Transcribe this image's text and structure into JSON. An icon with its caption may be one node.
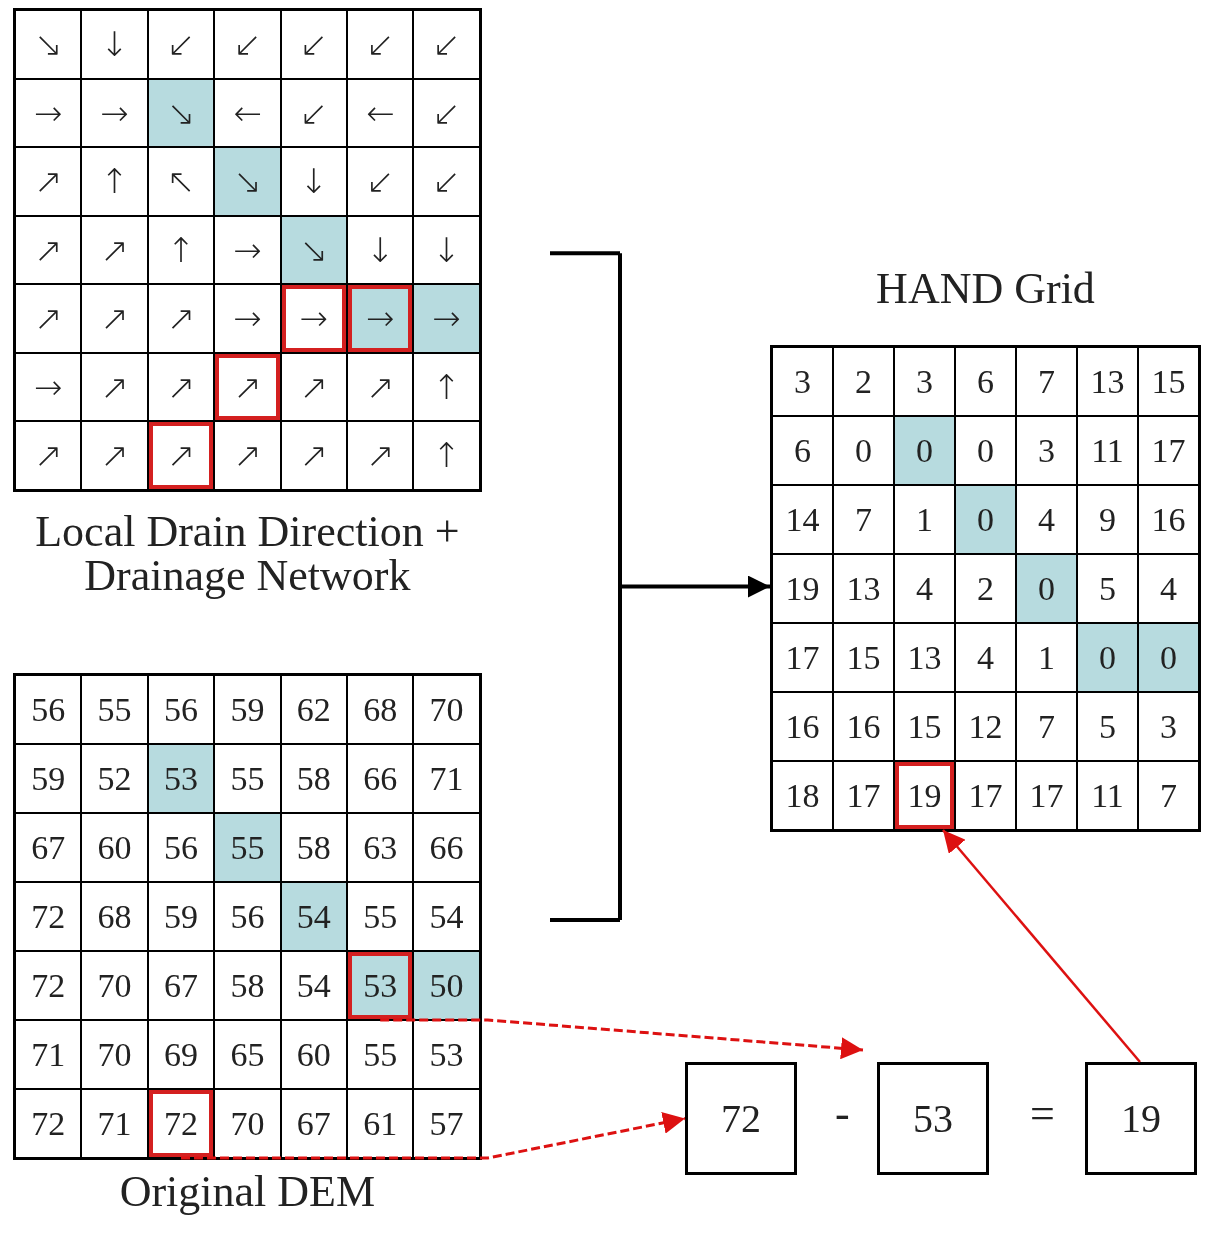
{
  "diagram": {
    "nodes": [
      {
        "text": [
          "Local Drain Direction + Drainage Network"
        ]
      },
      {
        "text": [
          "↘"
        ],
        "in": 0
      },
      {
        "text": [
          "↓"
        ],
        "in": 0
      },
      {
        "text": [
          "↙"
        ],
        "in": 0
      },
      {
        "text": [
          "↙"
        ],
        "in": 0
      },
      {
        "text": [
          "↙"
        ],
        "in": 0
      },
      {
        "text": [
          "↙"
        ],
        "in": 0
      },
      {
        "text": [
          "↙"
        ],
        "in": 0
      },
      {
        "text": [
          "→"
        ],
        "in": 0
      },
      {
        "text": [
          "→"
        ],
        "in": 0
      },
      {
        "text": [
          "↘"
        ],
        "in": 0
      },
      {
        "text": [
          "←"
        ],
        "in": 0
      },
      {
        "text": [
          "↙"
        ],
        "in": 0
      },
      {
        "text": [
          "←"
        ],
        "in": 0
      },
      {
        "text": [
          "↙"
        ],
        "in": 0
      },
      {
        "text": [
          "↗"
        ],
        "in": 0
      },
      {
        "text": [
          "↑"
        ],
        "in": 0
      },
      {
        "text": [
          "↖"
        ],
        "in": 0
      },
      {
        "text": [
          "↘"
        ],
        "in": 0
      },
      {
        "text": [
          "↓"
        ],
        "in": 0
      },
      {
        "text": [
          "↙"
        ],
        "in": 0
      },
      {
        "text": [
          "↙"
        ],
        "in": 0
      },
      {
        "text": [
          "↗"
        ],
        "in": 0
      },
      {
        "text": [
          "↗"
        ],
        "in": 0
      },
      {
        "text": [
          "↑"
        ],
        "in": 0
      },
      {
        "text": [
          "→"
        ],
        "in": 0
      },
      {
        "text": [
          "↘"
        ],
        "in": 0
      },
      {
        "text": [
          "↓"
        ],
        "in": 0
      },
      {
        "text": [
          "↓"
        ],
        "in": 0
      },
      {
        "text": [
          "↗"
        ],
        "in": 0
      },
      {
        "text": [
          "↗"
        ],
        "in": 0
      },
      {
        "text": [
          "↗"
        ],
        "in": 0
      },
      {
        "text": [
          "→"
        ],
        "in": 0
      },
      {
        "text": [
          "→"
        ],
        "in": 0
      },
      {
        "text": [
          "→"
        ],
        "in": 0
      },
      {
        "text": [
          "→"
        ],
        "in": 0
      },
      {
        "text": [
          "→"
        ],
        "in": 0
      },
      {
        "text": [
          "↗"
        ],
        "in": 0
      },
      {
        "text": [
          "↗"
        ],
        "in": 0
      },
      {
        "text": [
          "↗"
        ],
        "in": 0
      },
      {
        "text": [
          "↗"
        ],
        "in": 0
      },
      {
        "text": [
          "↗"
        ],
        "in": 0
      },
      {
        "text": [
          "↑"
        ],
        "in": 0
      },
      {
        "text": [
          "↗"
        ],
        "in": 0
      },
      {
        "text": [
          "↗"
        ],
        "in": 0
      },
      {
        "text": [
          "↗"
        ],
        "in": 0
      },
      {
        "text": [
          "↗"
        ],
        "in": 0
      },
      {
        "text": [
          "↗"
        ],
        "in": 0
      },
      {
        "text": [
          "↗"
        ],
        "in": 0
      },
      {
        "text": [
          "↑"
        ],
        "in": 0
      },
      {
        "text": [
          "Original DEM"
        ]
      },
      {
        "text": [
          "56"
        ],
        "in": 50
      },
      {
        "text": [
          "55"
        ],
        "in": 50
      },
      {
        "text": [
          "56"
        ],
        "in": 50
      },
      {
        "text": [
          "59"
        ],
        "in": 50
      },
      {
        "text": [
          "62"
        ],
        "in": 50
      },
      {
        "text": [
          "68"
        ],
        "in": 50
      },
      {
        "text": [
          "70"
        ],
        "in": 50
      },
      {
        "text": [
          "59"
        ],
        "in": 50
      },
      {
        "text": [
          "52"
        ],
        "in": 50
      },
      {
        "text": [
          "53"
        ],
        "in": 50
      },
      {
        "text": [
          "55"
        ],
        "in": 50
      },
      {
        "text": [
          "58"
        ],
        "in": 50
      },
      {
        "text": [
          "66"
        ],
        "in": 50
      },
      {
        "text": [
          "71"
        ],
        "in": 50
      },
      {
        "text": [
          "67"
        ],
        "in": 50
      },
      {
        "text": [
          "60"
        ],
        "in": 50
      },
      {
        "text": [
          "56"
        ],
        "in": 50
      },
      {
        "text": [
          "55"
        ],
        "in": 50
      },
      {
        "text": [
          "58"
        ],
        "in": 50
      },
      {
        "text": [
          "63"
        ],
        "in": 50
      },
      {
        "text": [
          "66"
        ],
        "in": 50
      },
      {
        "text": [
          "72"
        ],
        "in": 50
      },
      {
        "text": [
          "68"
        ],
        "in": 50
      },
      {
        "text": [
          "59"
        ],
        "in": 50
      },
      {
        "text": [
          "56"
        ],
        "in": 50
      },
      {
        "text": [
          "54"
        ],
        "in": 50
      },
      {
        "text": [
          "55"
        ],
        "in": 50
      },
      {
        "text": [
          "54"
        ],
        "in": 50
      },
      {
        "text": [
          "72"
        ],
        "in": 50
      },
      {
        "text": [
          "70"
        ],
        "in": 50
      },
      {
        "text": [
          "67"
        ],
        "in": 50
      },
      {
        "text": [
          "58"
        ],
        "in": 50
      },
      {
        "text": [
          "54"
        ],
        "in": 50
      },
      {
        "text": [
          "53"
        ],
        "in": 50
      },
      {
        "text": [
          "50"
        ],
        "in": 50
      },
      {
        "text": [
          "71"
        ],
        "in": 50
      },
      {
        "text": [
          "70"
        ],
        "in": 50
      },
      {
        "text": [
          "69"
        ],
        "in": 50
      },
      {
        "text": [
          "65"
        ],
        "in": 50
      },
      {
        "text": [
          "60"
        ],
        "in": 50
      },
      {
        "text": [
          "55"
        ],
        "in": 50
      },
      {
        "text": [
          "53"
        ],
        "in": 50
      },
      {
        "text": [
          "72"
        ],
        "in": 50
      },
      {
        "text": [
          "71"
        ],
        "in": 50
      },
      {
        "text": [
          "72"
        ],
        "in": 50
      },
      {
        "text": [
          "70"
        ],
        "in": 50
      },
      {
        "text": [
          "67"
        ],
        "in": 50
      },
      {
        "text": [
          "61"
        ],
        "in": 50
      },
      {
        "text": [
          "57"
        ],
        "in": 50
      },
      {
        "text": [
          "HAND Grid"
        ]
      },
      {
        "text": [
          "3"
        ],
        "in": 100
      },
      {
        "text": [
          "2"
        ],
        "in": 100
      },
      {
        "text": [
          "3"
        ],
        "in": 100
      },
      {
        "text": [
          "6"
        ],
        "in": 100
      },
      {
        "text": [
          "7"
        ],
        "in": 100
      },
      {
        "text": [
          "13"
        ],
        "in": 100
      },
      {
        "text": [
          "15"
        ],
        "in": 100
      },
      {
        "text": [
          "6"
        ],
        "in": 100
      },
      {
        "text": [
          "0"
        ],
        "in": 100
      },
      {
        "text": [
          "0"
        ],
        "in": 100
      },
      {
        "text": [
          "0"
        ],
        "in": 100
      },
      {
        "text": [
          "3"
        ],
        "in": 100
      },
      {
        "text": [
          "11"
        ],
        "in": 100
      },
      {
        "text": [
          "17"
        ],
        "in": 100
      },
      {
        "text": [
          "14"
        ],
        "in": 100
      },
      {
        "text": [
          "7"
        ],
        "in": 100
      },
      {
        "text": [
          "1"
        ],
        "in": 100
      },
      {
        "text": [
          "0"
        ],
        "in": 100
      },
      {
        "text": [
          "4"
        ],
        "in": 100
      },
      {
        "text": [
          "9"
        ],
        "in": 100
      },
      {
        "text": [
          "16"
        ],
        "in": 100
      },
      {
        "text": [
          "19"
        ],
        "in": 100
      },
      {
        "text": [
          "13"
        ],
        "in": 100
      },
      {
        "text": [
          "4"
        ],
        "in": 100
      },
      {
        "text": [
          "2"
        ],
        "in": 100
      },
      {
        "text": [
          "0"
        ],
        "in": 100
      },
      {
        "text": [
          "5"
        ],
        "in": 100
      },
      {
        "text": [
          "4"
        ],
        "in": 100
      },
      {
        "text": [
          "17"
        ],
        "in": 100
      },
      {
        "text": [
          "15"
        ],
        "in": 100
      },
      {
        "text": [
          "13"
        ],
        "in": 100
      },
      {
        "text": [
          "4"
        ],
        "in": 100
      },
      {
        "text": [
          "1"
        ],
        "in": 100
      },
      {
        "text": [
          "0"
        ],
        "in": 100
      },
      {
        "text": [
          "0"
        ],
        "in": 100
      },
      {
        "text": [
          "16"
        ],
        "in": 100
      },
      {
        "text": [
          "16"
        ],
        "in": 100
      },
      {
        "text": [
          "15"
        ],
        "in": 100
      },
      {
        "text": [
          "12"
        ],
        "in": 100
      },
      {
        "text": [
          "7"
        ],
        "in": 100
      },
      {
        "text": [
          "5"
        ],
        "in": 100
      },
      {
        "text": [
          "3"
        ],
        "in": 100
      },
      {
        "text": [
          "18"
        ],
        "in": 100
      },
      {
        "text": [
          "17"
        ],
        "in": 100
      },
      {
        "text": [
          "19"
        ],
        "in": 100
      },
      {
        "text": [
          "17"
        ],
        "in": 100
      },
      {
        "text": [
          "17"
        ],
        "in": 100
      },
      {
        "text": [
          "11"
        ],
        "in": 100
      },
      {
        "text": [
          "7"
        ],
        "in": 100
      },
      {
        "text": [
          "72"
        ]
      },
      {
        "text": [
          "53"
        ]
      },
      {
        "text": [
          "19"
        ]
      }
    ],
    "edges": [
      {
        "from": 0,
        "to": 100,
        "arrow": "to",
        "color": "#000000"
      },
      {
        "from": 50,
        "to": 100,
        "arrow": "to",
        "color": "#000000"
      },
      {
        "from": 84,
        "to": 151,
        "arrow": "to",
        "style": "dashed",
        "color": "#dd1111"
      },
      {
        "from": 95,
        "to": 150,
        "arrow": "to",
        "style": "dashed",
        "color": "#dd1111"
      },
      {
        "from": 152,
        "to": 145,
        "arrow": "to",
        "color": "#dd1111"
      }
    ],
    "labels": [
      "-",
      "="
    ]
  }
}
